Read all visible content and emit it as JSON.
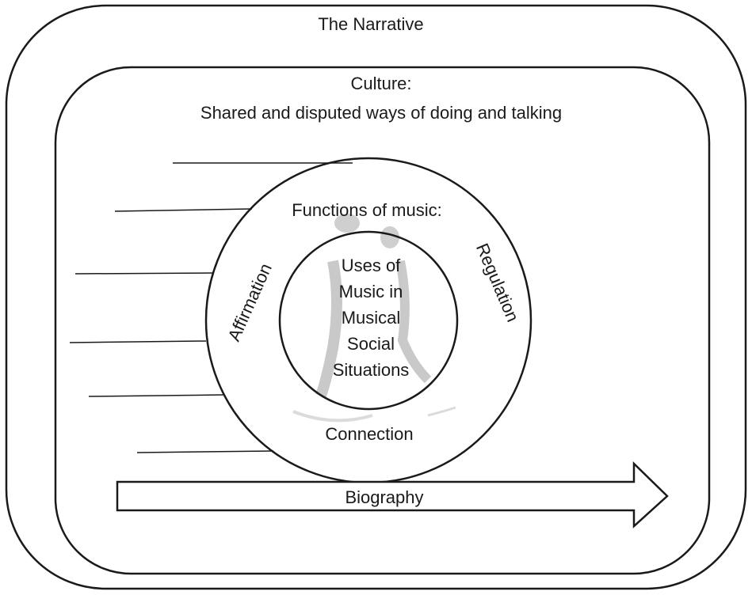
{
  "narrative": {
    "label": "The Narrative"
  },
  "culture": {
    "label_line1": "Culture:",
    "label_line2": "Shared and disputed ways of doing and talking"
  },
  "functions": {
    "title": "Functions of music:",
    "affirmation": "Affirmation",
    "regulation": "Regulation",
    "connection": "Connection"
  },
  "uses": {
    "lines": [
      "Uses of",
      "Music in",
      "Musical",
      "Social",
      "Situations"
    ]
  },
  "biography": {
    "label": "Biography"
  }
}
